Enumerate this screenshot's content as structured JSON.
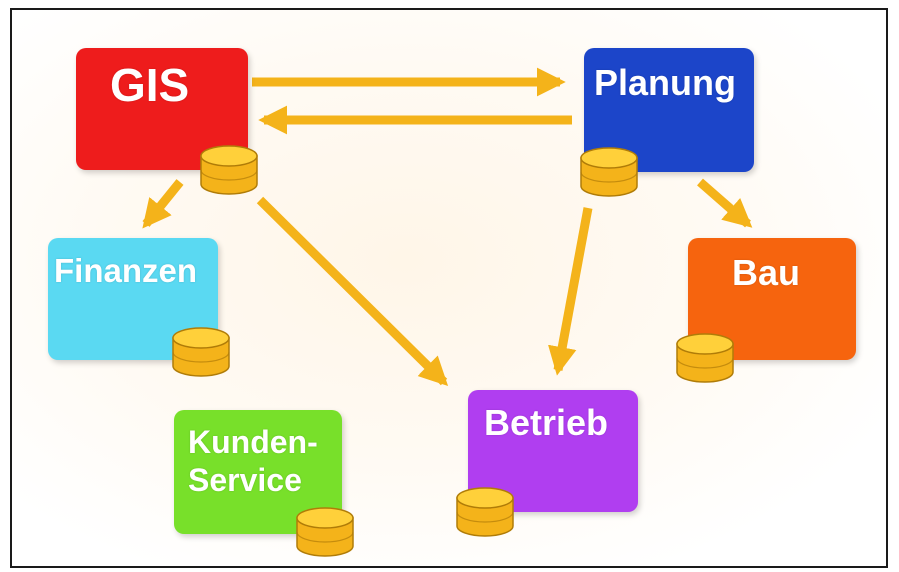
{
  "nodes": {
    "gis": {
      "label": "GIS",
      "color": "#ee1c1c"
    },
    "planung": {
      "label": "Planung",
      "color": "#1c45c9"
    },
    "finanzen": {
      "label": "Finanzen",
      "color": "#5ad9f2"
    },
    "bau": {
      "label": "Bau",
      "color": "#f6640e"
    },
    "betrieb": {
      "label": "Betrieb",
      "color": "#b03ef0"
    },
    "kundenservice": {
      "label_line1": "Kunden-",
      "label_line2": "Service",
      "color": "#78e02a"
    }
  },
  "connections": [
    {
      "from": "gis",
      "to": "planung"
    },
    {
      "from": "planung",
      "to": "gis"
    },
    {
      "from": "gis",
      "to": "finanzen"
    },
    {
      "from": "gis",
      "to": "betrieb"
    },
    {
      "from": "planung",
      "to": "betrieb"
    },
    {
      "from": "planung",
      "to": "bau"
    }
  ],
  "colors": {
    "arrow": "#f4b31a",
    "database_top": "#ffd03a",
    "database_body": "#f4b31a",
    "database_edge": "#b07c08"
  },
  "icons": {
    "database": "database-cylinder-icon"
  }
}
